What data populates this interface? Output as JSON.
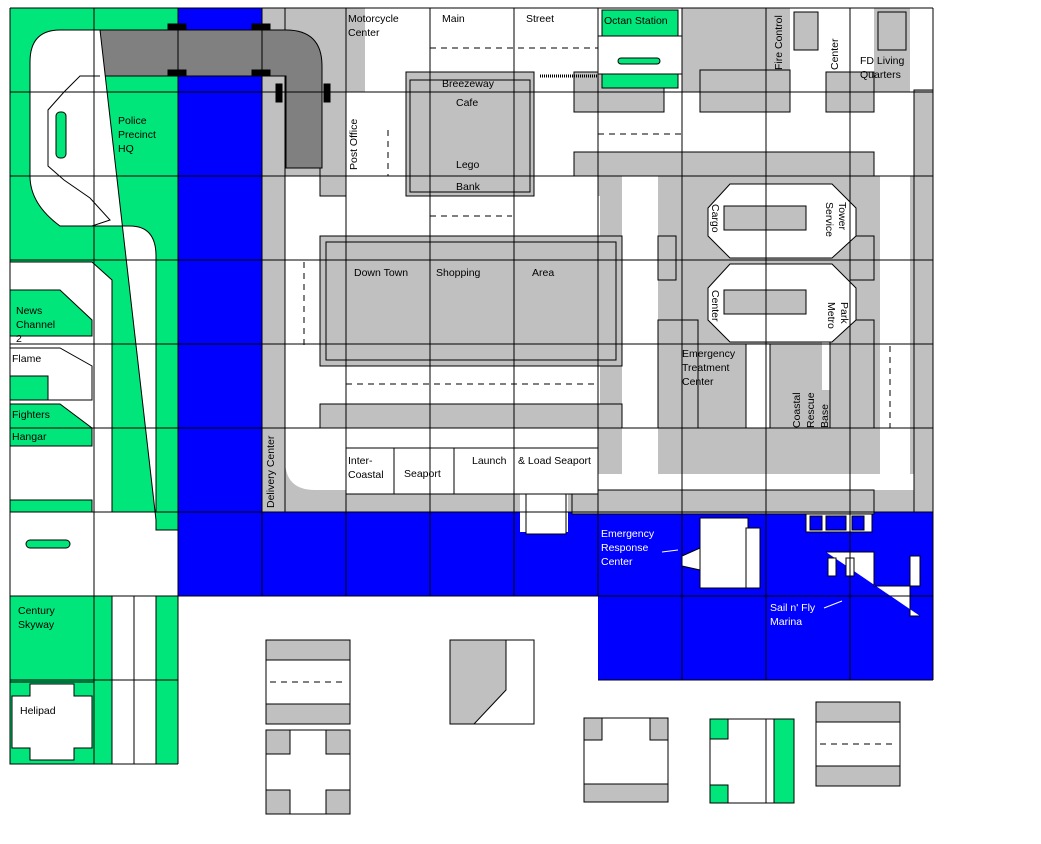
{
  "colors": {
    "background": "#ffffff",
    "building": "#c0c0c0",
    "grass": "#00e67a",
    "water": "#0000ff",
    "bridge": "#808080",
    "grid": "#000000"
  },
  "labels": {
    "police_precinct": "Police Precinct HQ",
    "motorcycle_center": "Motorcycle Center",
    "main_street_1": "Main",
    "main_street_2": "Street",
    "octan_station": "Octan Station",
    "fire_control": "Fire Control",
    "fire_center": "Center",
    "fd_living_quarters": "FD Living Quarters",
    "breezeway_cafe_1": "Breezeway",
    "breezeway_cafe_2": "Cafe",
    "lego_bank_1": "Lego",
    "lego_bank_2": "Bank",
    "post_office": "Post Office",
    "cargo": "Cargo",
    "service_tower": "Service Tower",
    "cargo_center": "Center",
    "metro_park": "Metro Park",
    "down_town": "Down Town",
    "shopping": "Shopping",
    "area": "Area",
    "news_channel": "News Channel 2",
    "flame": "Flame",
    "fighters": "Fighters",
    "hangar": "Hangar",
    "emergency_treatment": "Emergency Treatment Center",
    "coastal_rescue": "Coastal Rescue Base",
    "delivery_center": "Delivery Center",
    "inter_coastal": "Inter-Coastal",
    "seaport": "Seaport",
    "launch": "Launch",
    "load_seaport": "& Load Seaport",
    "emergency_response": "Emergency Response Center",
    "sail_n_fly": "Sail n' Fly Marina",
    "century_skyway": "Century Skyway",
    "helipad": "Helipad"
  }
}
